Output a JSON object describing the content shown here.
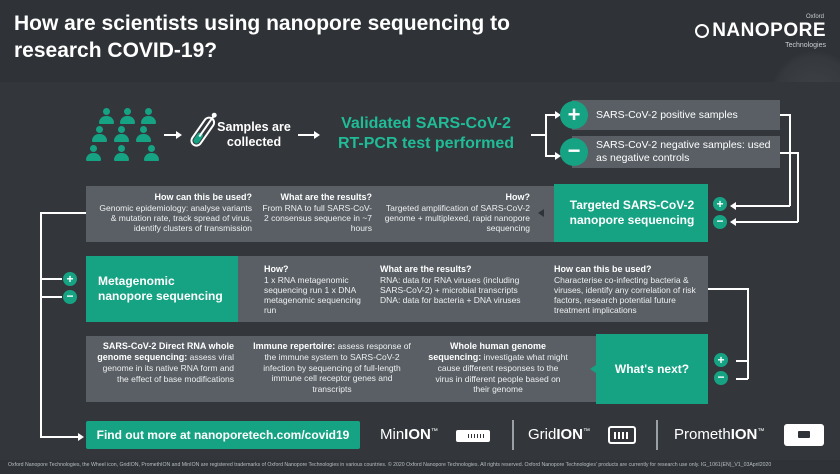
{
  "header": {
    "title": "How are scientists using nanopore sequencing to research COVID-19?",
    "logo_sub": "Oxford",
    "logo_main": "NANOPORE",
    "logo_tech": "Technologies"
  },
  "flow": {
    "samples_label": "Samples are collected",
    "test_label": "Validated SARS-CoV-2 RT-PCR test performed",
    "positive_label": "SARS-CoV-2 positive samples",
    "negative_label": "SARS-CoV-2 negative samples: used as negative controls",
    "plus_symbol": "+",
    "minus_symbol": "−"
  },
  "targeted": {
    "title": "Targeted SARS-CoV-2 nanopore sequencing",
    "how_heading": "How?",
    "how_text": "Targeted amplification of SARS-CoV-2 genome + multiplexed, rapid nanopore sequencing",
    "results_heading": "What are the results?",
    "results_text": "From RNA to full SARS-CoV-2 consensus sequence in ~7 hours",
    "use_heading": "How can this be used?",
    "use_text": "Genomic epidemiology: analyse variants & mutation rate, track spread of virus, identify clusters of transmission"
  },
  "metagenomic": {
    "title": "Metagenomic nanopore sequencing",
    "how_heading": "How?",
    "how_text": "1 x RNA metagenomic sequencing run 1 x DNA metagenomic sequencing run",
    "results_heading": "What are the results?",
    "results_text": "RNA: data for RNA viruses (including SARS-CoV-2) + microbial transcripts DNA: data for bacteria + DNA viruses",
    "use_heading": "How can this be used?",
    "use_text": "Characterise co-infecting bacteria & viruses, identify any correlation of risk factors, research potential future treatment implications"
  },
  "next": {
    "title": "What's next?",
    "item1_heading": "SARS-CoV-2 Direct RNA whole genome sequencing:",
    "item1_text": "assess viral genome in its native RNA form and the effect of base modifications",
    "item2_heading": "Immune repertoire:",
    "item2_text": "assess response of the immune system to SARS-CoV-2 infection by sequencing of full-length immune cell receptor genes and transcripts",
    "item3_heading": "Whole human genome sequencing:",
    "item3_text": "investigate what might cause different responses to the virus in different people based on their genome"
  },
  "cta": {
    "link_text": "Find out more at nanoporetech.com/covid19"
  },
  "devices": {
    "minion_a": "Min",
    "minion_b": "ION",
    "gridion_a": "Grid",
    "gridion_b": "ION",
    "promethion_a": "Prometh",
    "promethion_b": "ION",
    "tm": "™"
  },
  "footer": {
    "text": "Oxford Nanopore Technologies, the Wheel icon, GridION, PromethION and MinION are registered trademarks of Oxford Nanopore Technologies in various countries. © 2020 Oxford Nanopore Technologies. All rights reserved. Oxford Nanopore Technologies' products are currently for research use only. IG_1061(EN)_V1_03April2020"
  },
  "colors": {
    "background": "#2f3337",
    "panel": "#595f65",
    "accent_green": "#16a384"
  }
}
